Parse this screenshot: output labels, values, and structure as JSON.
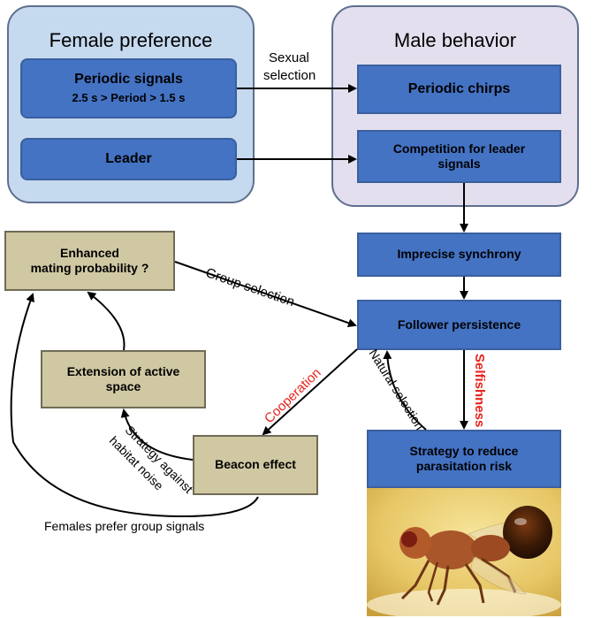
{
  "panels": {
    "female": {
      "title": "Female preference"
    },
    "male": {
      "title": "Male behavior"
    }
  },
  "boxes": {
    "periodic_signals": {
      "line1": "Periodic signals",
      "line2": "2.5 s > Period > 1.5 s"
    },
    "leader": {
      "label": "Leader"
    },
    "periodic_chirps": {
      "label": "Periodic chirps"
    },
    "competition": {
      "line1": "Competition for leader",
      "line2": "signals"
    },
    "imprecise_synchrony": {
      "label": "Imprecise synchrony"
    },
    "follower_persistence": {
      "label": "Follower persistence"
    },
    "enhanced_mating": {
      "line1": "Enhanced",
      "line2": "mating probability ?"
    },
    "active_space": {
      "line1": "Extension of active",
      "line2": "space"
    },
    "beacon_effect": {
      "label": "Beacon effect"
    },
    "strategy_parasitation": {
      "line1": "Strategy to reduce",
      "line2": "parasitation risk"
    }
  },
  "labels": {
    "sexual_selection_1": "Sexual",
    "sexual_selection_2": "selection",
    "group_selection": "Group selection",
    "cooperation": "Cooperation",
    "natural_selection": "Natural selection",
    "selfishness": "Selfishness",
    "strategy_noise_1": "Strategy against",
    "strategy_noise_2": "habitat noise",
    "females_prefer": "Females prefer group signals"
  },
  "colors": {
    "panel_female_fill": "#c5d9ef",
    "panel_male_fill": "#e4dfee",
    "box_blue": "#4473c4",
    "box_tan": "#cfc8a3",
    "red_label": "#e8221b",
    "arrow": "#000000"
  },
  "photo": {
    "subject": "parasitoid fly"
  }
}
